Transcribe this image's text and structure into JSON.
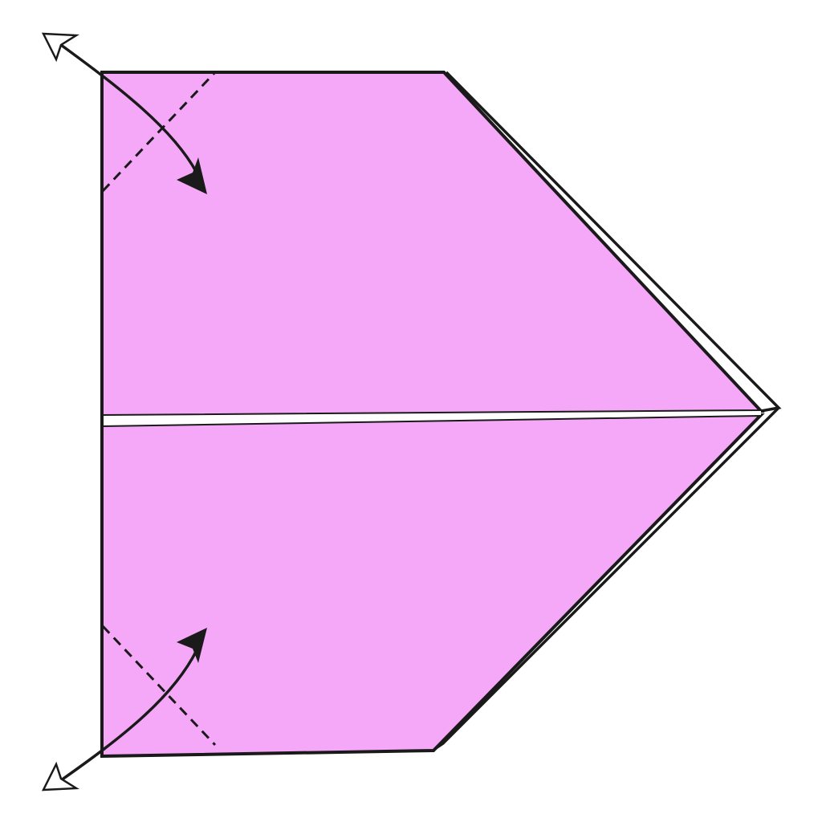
{
  "diagram": {
    "type": "origami-fold-step",
    "colors": {
      "background": "#ffffff",
      "paper": "#f5a8f7",
      "outline": "#1a1a1a",
      "arrow_fill": "#1a1a1a",
      "arrow_hollow": "#ffffff"
    },
    "elements": [
      "upper-flap",
      "lower-flap",
      "center-gap",
      "valley-fold-line-top",
      "valley-fold-line-bottom",
      "fold-arrow-top",
      "fold-arrow-bottom",
      "unfold-arrow-top",
      "unfold-arrow-bottom"
    ]
  }
}
